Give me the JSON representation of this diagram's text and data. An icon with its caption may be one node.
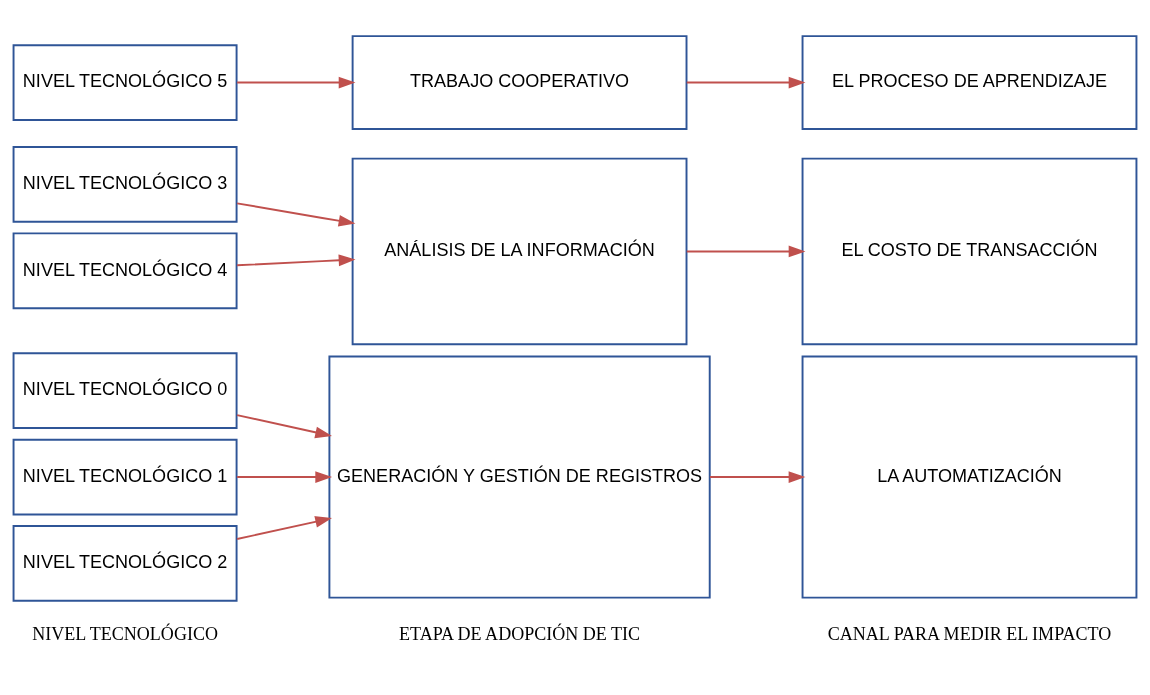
{
  "diagram": {
    "nodes": [
      {
        "text": [
          "NIVEL TECNOLÓGICO 0"
        ]
      },
      {
        "text": [
          "NIVEL TECNOLÓGICO 1"
        ]
      },
      {
        "text": [
          "NIVEL TECNOLÓGICO 2"
        ]
      },
      {
        "text": [
          "NIVEL TECNOLÓGICO 3"
        ]
      },
      {
        "text": [
          "NIVEL TECNOLÓGICO 4"
        ]
      },
      {
        "text": [
          "NIVEL TECNOLÓGICO 5"
        ]
      },
      {
        "text": [
          "GENERACIÓN Y GESTIÓN DE REGISTROS"
        ]
      },
      {
        "text": [
          "ANÁLISIS DE LA INFORMACIÓN"
        ]
      },
      {
        "text": [
          "TRABAJO COOPERATIVO"
        ]
      },
      {
        "text": [
          "LA AUTOMATIZACIÓN"
        ]
      },
      {
        "text": [
          "EL COSTO DE TRANSACCIÓN"
        ]
      },
      {
        "text": [
          "EL PROCESO DE APRENDIZAJE"
        ]
      }
    ],
    "edges": [
      {
        "from": 0,
        "to": 6,
        "arrow": "to"
      },
      {
        "from": 1,
        "to": 6,
        "arrow": "to"
      },
      {
        "from": 2,
        "to": 6,
        "arrow": "to"
      },
      {
        "from": 3,
        "to": 7,
        "arrow": "to"
      },
      {
        "from": 4,
        "to": 7,
        "arrow": "to"
      },
      {
        "from": 5,
        "to": 8,
        "arrow": "to"
      },
      {
        "from": 6,
        "to": 9,
        "arrow": "to"
      },
      {
        "from": 7,
        "to": 10,
        "arrow": "to"
      },
      {
        "from": 8,
        "to": 11,
        "arrow": "to"
      }
    ],
    "labels": [
      "NIVEL TECNOLÓGICO",
      "ETAPA DE ADOPCIÓN DE TIC",
      "CANAL PARA MEDIR EL IMPACTO"
    ]
  }
}
